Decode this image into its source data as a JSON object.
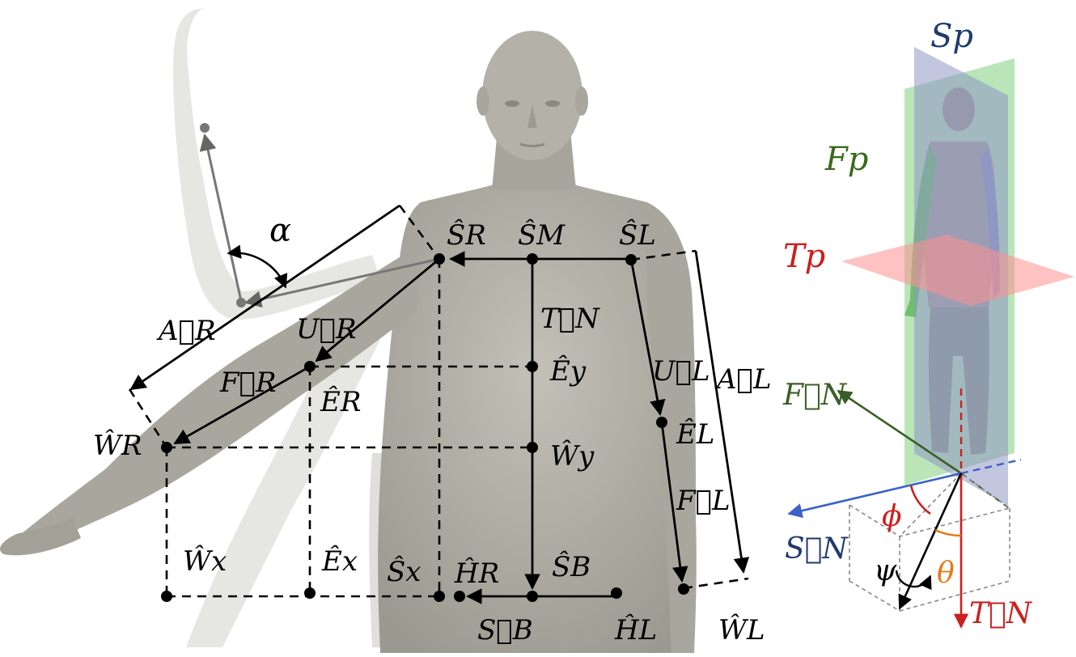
{
  "figure": {
    "left_panel": {
      "angle_label": "α",
      "vectors": {
        "A_R": "A⃗R",
        "U_R": "U⃗R",
        "F_R": "F⃗R",
        "T_N": "T⃗N",
        "U_L": "U⃗L",
        "A_L": "A⃗L",
        "F_L": "F⃗L",
        "S_B": "S⃗B"
      },
      "points": {
        "S_R": "ŜR",
        "S_M": "ŜM",
        "S_L": "ŜL",
        "E_y": "Êy",
        "E_R": "ÊR",
        "E_L": "ÊL",
        "W_R": "ŴR",
        "W_y": "Ŵy",
        "W_x": "Ŵx",
        "E_x": "Êx",
        "S_x": "Ŝx",
        "H_R": "ĤR",
        "S_B": "ŜB",
        "H_L": "ĤL",
        "W_L": "ŴL"
      }
    },
    "right_panel": {
      "planes": {
        "S_p": "Sp",
        "F_p": "Fp",
        "T_p": "Tp"
      },
      "vectors": {
        "F_N": "F⃗N",
        "S_N": "S⃗N",
        "T_N": "T⃗N"
      },
      "angles": {
        "phi": "ϕ",
        "theta": "θ",
        "psi": "ψ"
      }
    },
    "colors": {
      "body": "#a9a79d",
      "ghost": "#dcdcda",
      "sagittal_plane": "#8f98c4",
      "frontal_plane": "#7fcf7f",
      "transverse_plane": "#ff8f8f",
      "sagittal_label": "#1f3a6e",
      "frontal_label": "#3b6a1c",
      "transverse_label": "#cc1f1f",
      "s_n_vector": "#3a62c8",
      "t_n_vector": "#cc1f1f",
      "f_n_vector": "#3b5e26",
      "theta_color": "#e07b1a"
    }
  }
}
